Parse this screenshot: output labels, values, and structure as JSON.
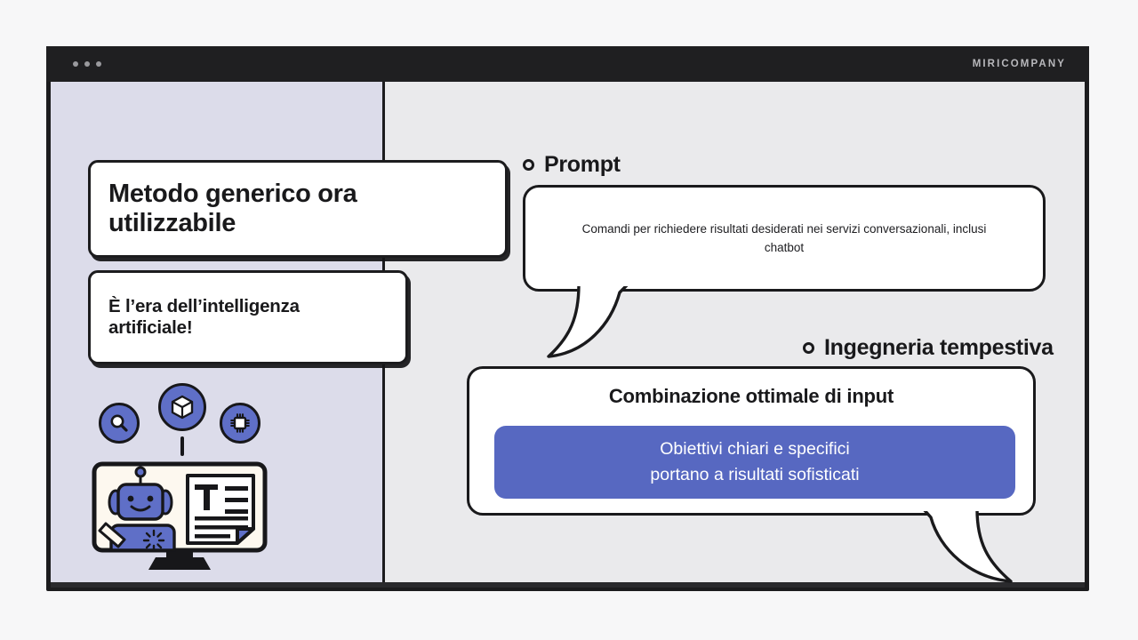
{
  "window": {
    "brand": "MIRICOMPANY",
    "dots_count": 3
  },
  "colors": {
    "page_background": "#f7f7f8",
    "window_chrome": "#1c1c1e",
    "left_panel": "#dcdcea",
    "right_panel": "#eaeaec",
    "accent_purple": "#5768c1",
    "icon_purple": "#5f6fc7",
    "outline": "#1a1a1c",
    "card_white": "#ffffff"
  },
  "left_panel": {
    "card_primary": "Metodo generico ora utilizzabile",
    "card_secondary": "È l’era dell’intelligenza artificiale!",
    "icons": [
      {
        "name": "search-icon",
        "label": "magnifier"
      },
      {
        "name": "cube-icon",
        "label": "3d-cube"
      },
      {
        "name": "chip-icon",
        "label": "cpu-chip"
      }
    ],
    "illustration": {
      "name": "robot-monitor-illustration",
      "elements": [
        "monitor",
        "robot",
        "pencil",
        "document",
        "text-lines"
      ]
    }
  },
  "right_panel": {
    "sections": [
      {
        "heading": "Prompt",
        "bullet": "ring-bullet-icon",
        "bubble_text": "Comandi per richiedere risultati desiderati nei servizi conversazionali, inclusi chatbot"
      },
      {
        "heading": "Ingegneria tempestiva",
        "bullet": "ring-bullet-icon",
        "bubble_heading": "Combinazione ottimale di input",
        "highlight_line_1": "Obiettivi chiari e specifici",
        "highlight_line_2": "portano a risultati sofisticati"
      }
    ]
  }
}
